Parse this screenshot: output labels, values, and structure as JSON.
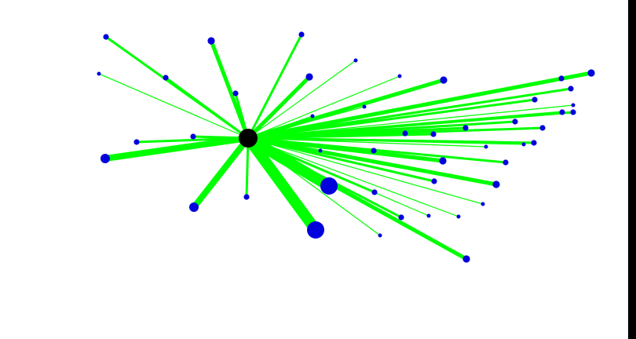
{
  "colors": {
    "background": "#ffffff",
    "edge": "#00ff00",
    "node": "#0000dd",
    "hub": "#000000",
    "edge_bar": "#000000"
  },
  "hub": {
    "id": "hub"
  },
  "nodes": [
    {
      "id": "n1",
      "weight": 4
    },
    {
      "id": "n2",
      "weight": 2
    },
    {
      "id": "n3",
      "weight": 2
    },
    {
      "id": "n4",
      "weight": 2
    },
    {
      "id": "n5",
      "weight": 1
    },
    {
      "id": "n6",
      "weight": 2
    },
    {
      "id": "n7",
      "weight": 4
    },
    {
      "id": "n8",
      "weight": 2
    },
    {
      "id": "n9",
      "weight": 2
    },
    {
      "id": "n10",
      "weight": 3
    },
    {
      "id": "n11",
      "weight": 2
    },
    {
      "id": "n12",
      "weight": 3
    },
    {
      "id": "n13",
      "weight": 1
    },
    {
      "id": "n14",
      "weight": 1
    },
    {
      "id": "n15",
      "weight": 1
    },
    {
      "id": "n16",
      "weight": 1
    },
    {
      "id": "n17",
      "weight": 3
    },
    {
      "id": "n18",
      "weight": 2
    },
    {
      "id": "n19",
      "weight": 2
    },
    {
      "id": "n20",
      "weight": 2
    },
    {
      "id": "n21",
      "weight": 1
    },
    {
      "id": "n22",
      "weight": 2
    },
    {
      "id": "n23",
      "weight": 1
    },
    {
      "id": "n24",
      "weight": 2
    },
    {
      "id": "n25",
      "weight": 2
    },
    {
      "id": "n26",
      "weight": 2
    },
    {
      "id": "n27",
      "weight": 2
    },
    {
      "id": "n28",
      "weight": 3
    },
    {
      "id": "n29",
      "weight": 2
    },
    {
      "id": "n30",
      "weight": 1
    },
    {
      "id": "n31",
      "weight": 2
    },
    {
      "id": "n32",
      "weight": 2
    },
    {
      "id": "n33",
      "weight": 1
    },
    {
      "id": "n34",
      "weight": 2
    },
    {
      "id": "n35",
      "weight": 3
    },
    {
      "id": "n36",
      "weight": 2
    },
    {
      "id": "n37",
      "weight": 2
    },
    {
      "id": "n38",
      "weight": 3
    },
    {
      "id": "n39",
      "weight": 5
    },
    {
      "id": "n40",
      "weight": 5
    },
    {
      "id": "n41",
      "weight": 2
    },
    {
      "id": "n42",
      "weight": 2
    },
    {
      "id": "n43",
      "weight": 1
    },
    {
      "id": "n44",
      "weight": 1
    }
  ]
}
